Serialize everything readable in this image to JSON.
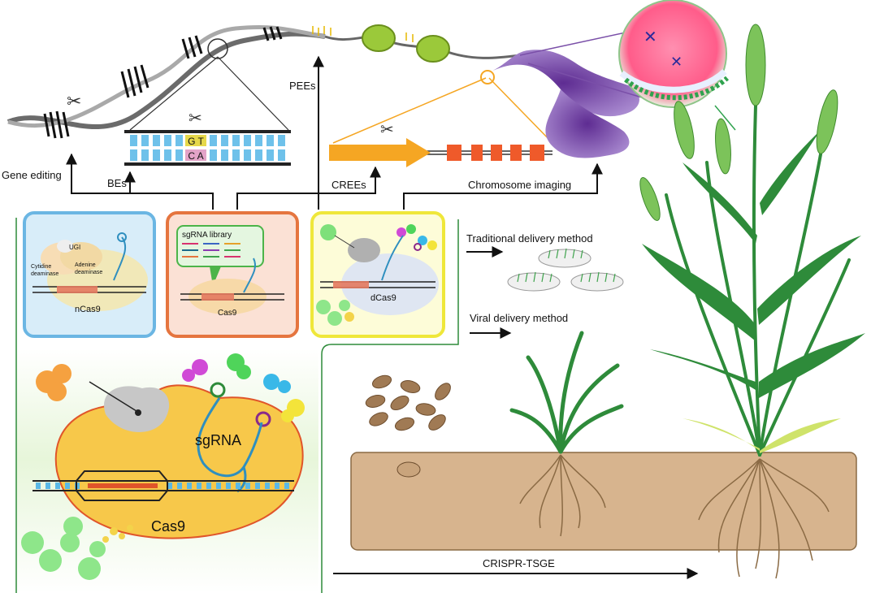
{
  "labels": {
    "gene_editing": "Gene editing",
    "bes": "BEs",
    "pees": "PEEs",
    "crees": "CREEs",
    "chromosome_imaging": "Chromosome imaging",
    "traditional_delivery": "Traditional delivery method",
    "viral_delivery": "Viral delivery method",
    "crispr_tsge": "CRISPR-TSGE"
  },
  "base_pair": {
    "top": "G T",
    "bottom": "C A"
  },
  "panels": {
    "ncas9": {
      "title": "nCas9",
      "ugi": "UGI",
      "cytidine": "Cytidine",
      "deaminase1": "deaminase",
      "adenine": "Adenine",
      "deaminase2": "deaminase"
    },
    "cas9_library": {
      "callout": "sgRNA library",
      "title": "Cas9"
    },
    "dcas9": {
      "title": "dCas9"
    }
  },
  "main": {
    "sgrna": "sgRNA",
    "cas9": "Cas9"
  },
  "colors": {
    "blue_panel": "#9fd2ef",
    "orange_panel": "#f08a5d",
    "yellow_panel": "#f2ee3a",
    "cas9_body": "#f7c84a",
    "dna_blue": "#5ab8e6",
    "promoter_orange": "#f5a623",
    "exon_red": "#ef5a2a",
    "chromosome_purple": "#7a4fa8",
    "soil": "#d7b48e",
    "leaf_green": "#2e8b3a"
  }
}
